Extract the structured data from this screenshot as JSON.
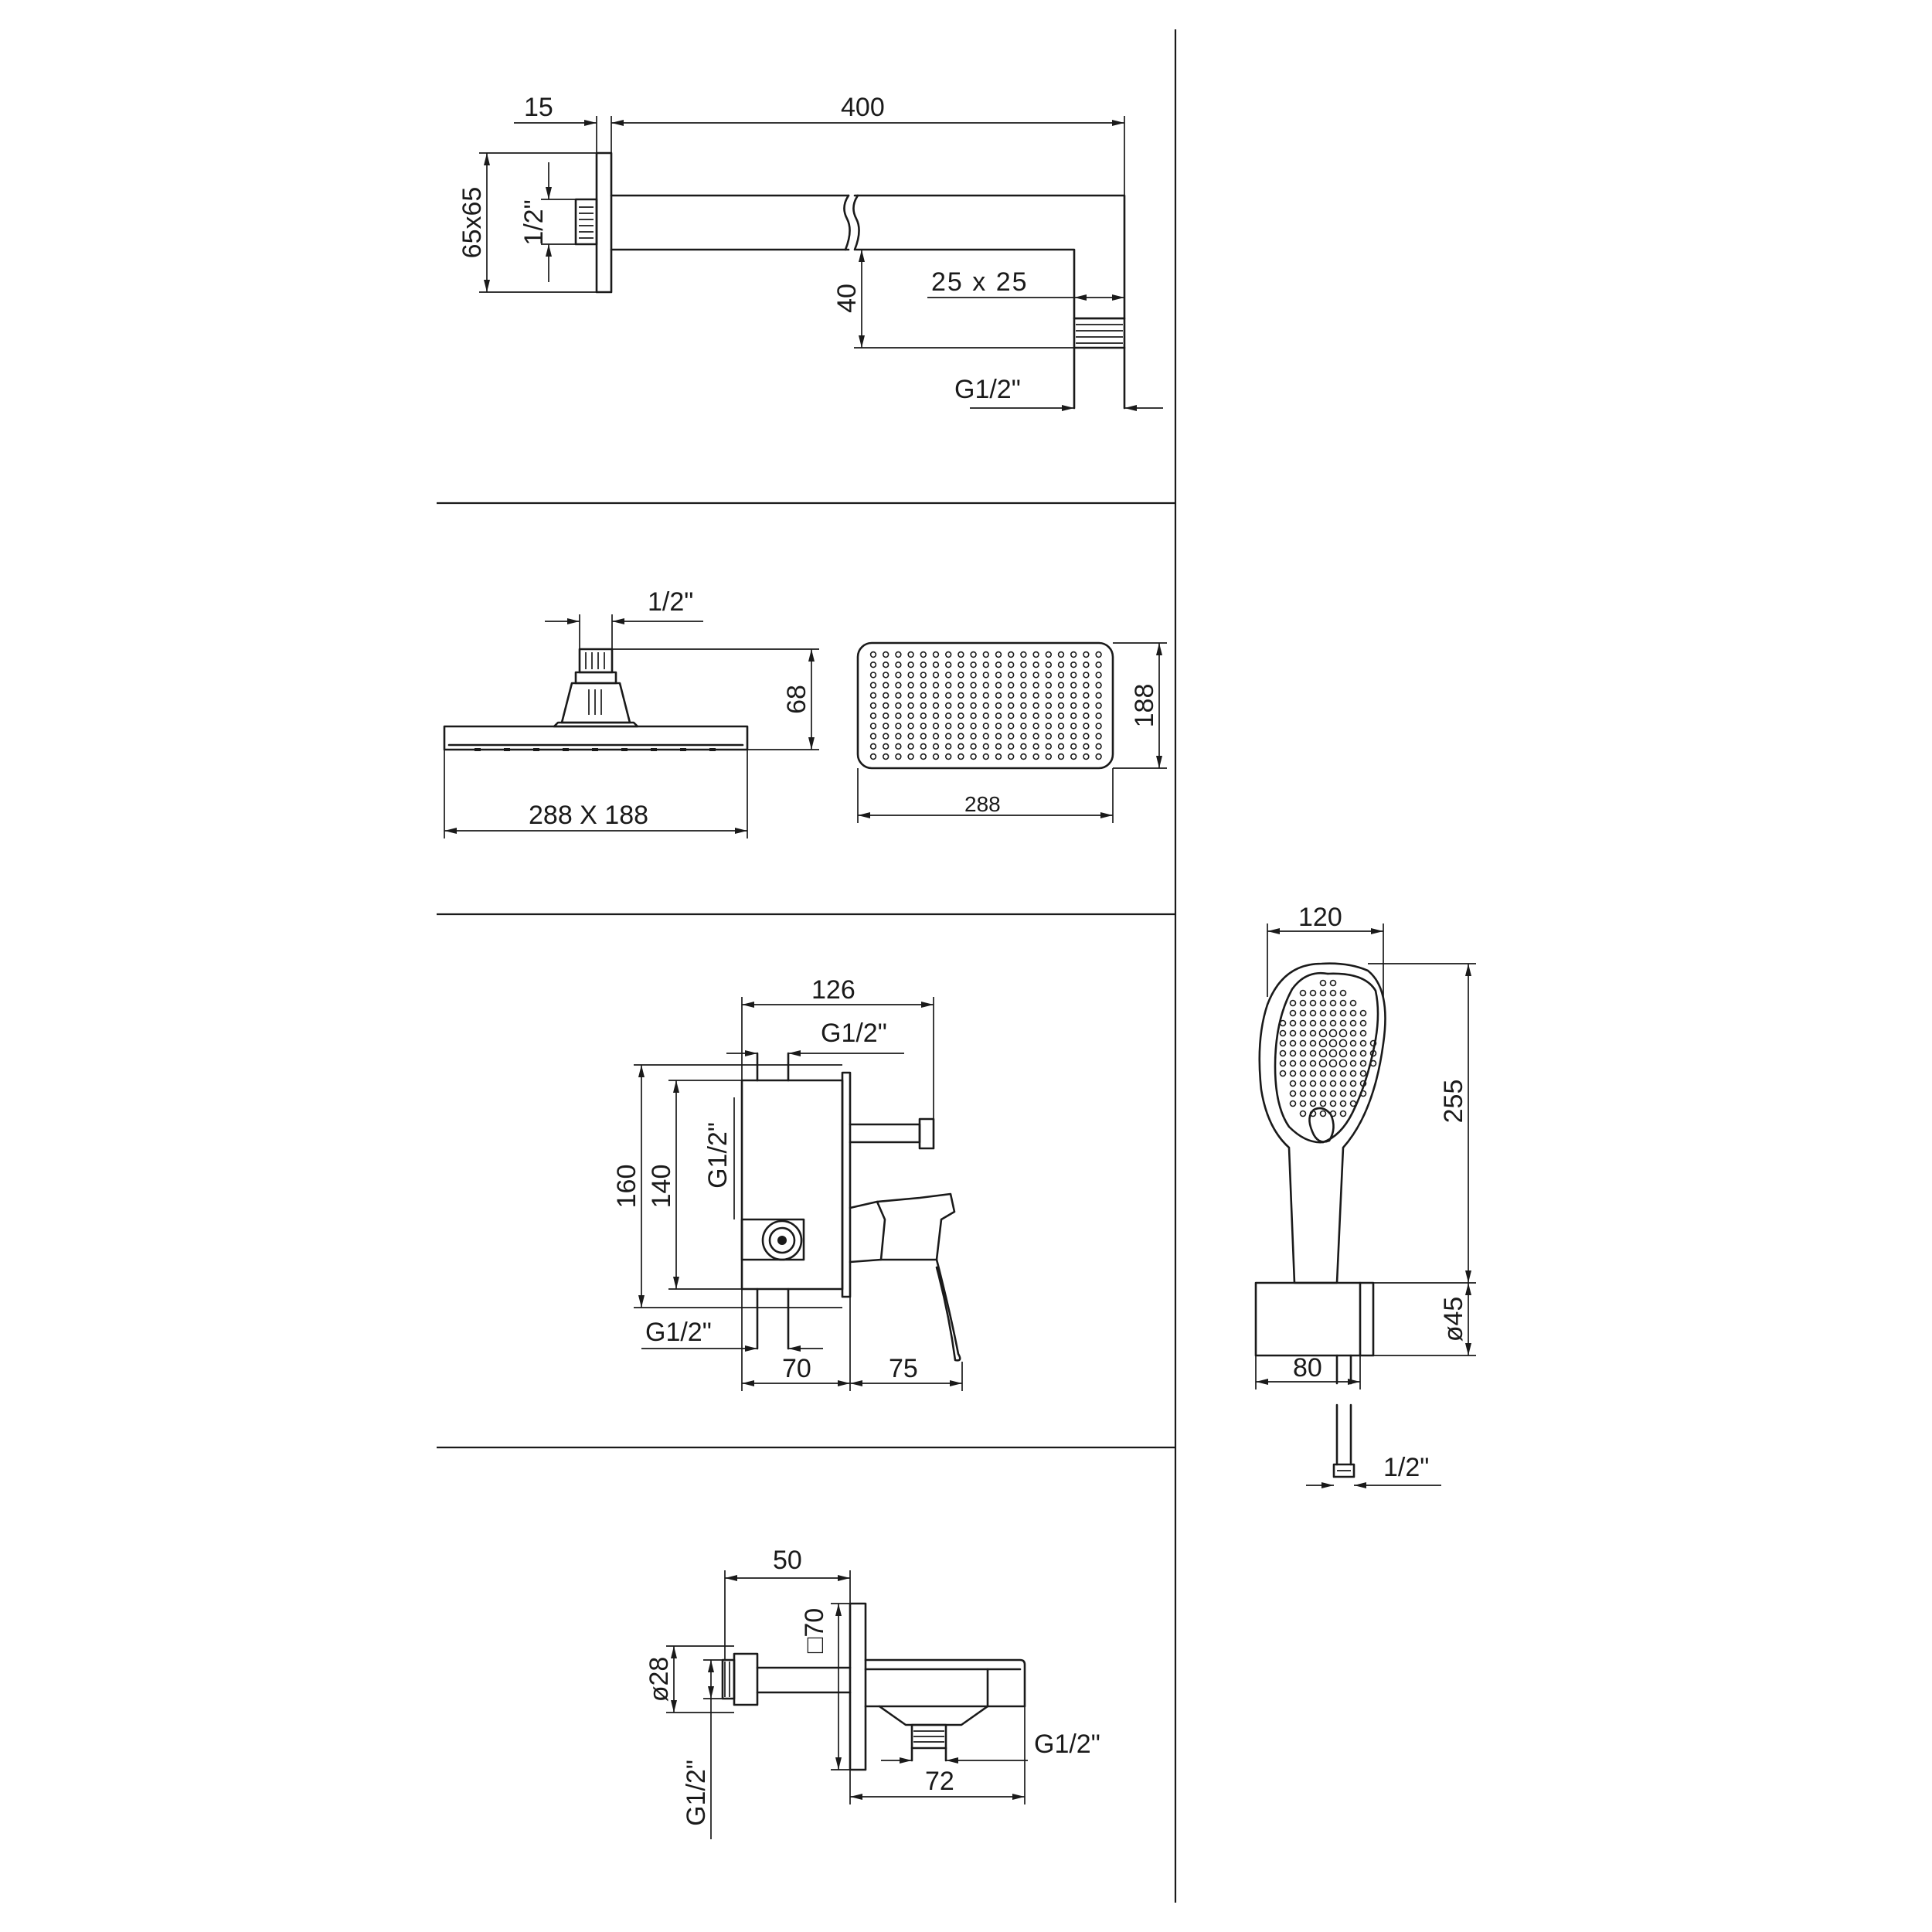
{
  "arm": {
    "flange": "15",
    "length": "400",
    "plate": "65x65",
    "inlet": "1/2\"",
    "drop": "40",
    "section": "25 x 25",
    "outlet": "G1/2\""
  },
  "head": {
    "inlet": "1/2\"",
    "height": "68",
    "size": "288 X 188",
    "depth": "188",
    "width": "288"
  },
  "mixer": {
    "width": "126",
    "top_conn": "G1/2\"",
    "side_conn": "G1/2\"",
    "h_outer": "160",
    "h_inner": "140",
    "bottom_conn": "G1/2\"",
    "body_depth": "70",
    "handle_depth": "75"
  },
  "hand": {
    "width": "120",
    "length": "255",
    "holder_dia": "ø45",
    "holder_depth": "80",
    "thread": "1/2\""
  },
  "elbow": {
    "depth": "50",
    "flange": "□70",
    "dia": "ø28",
    "conn": "G1/2\"",
    "outlet": "G1/2\"",
    "length": "72"
  },
  "colors": {
    "line": "#1a1a1a",
    "background": "#ffffff"
  }
}
